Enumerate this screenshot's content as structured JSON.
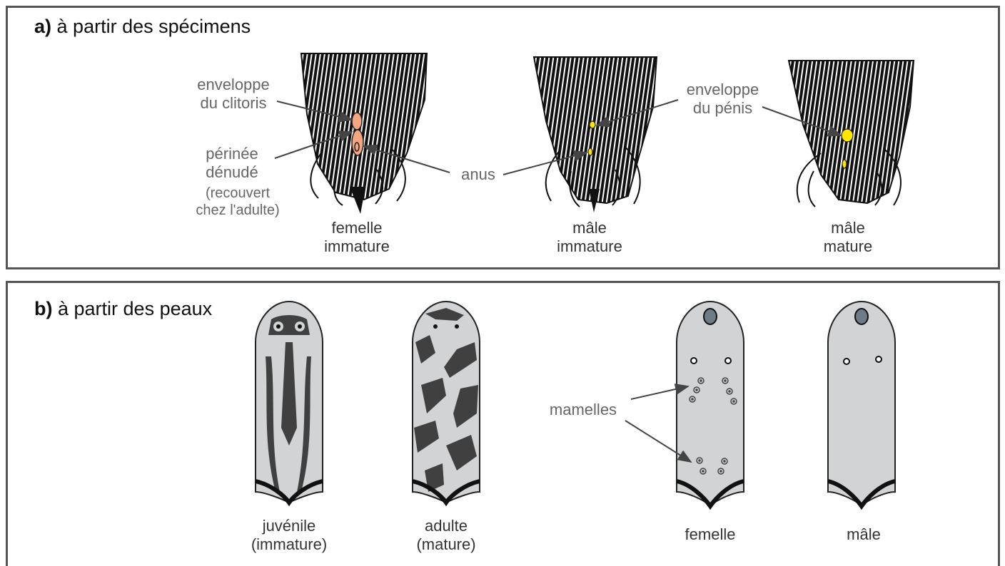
{
  "panel_a": {
    "letter": "a)",
    "title": "à partir des spécimens",
    "specimens": [
      {
        "label_line1": "femelle",
        "label_line2": "immature"
      },
      {
        "label_line1": "mâle",
        "label_line2": "immature"
      },
      {
        "label_line1": "mâle",
        "label_line2": "mature"
      }
    ],
    "annotations": {
      "clitoris_line1": "enveloppe",
      "clitoris_line2": "du clitoris",
      "perinee_line1": "périnée",
      "perinee_line2": "dénudé",
      "perinee_line3": "(recouvert",
      "perinee_line4": "chez l'adulte)",
      "anus": "anus",
      "penis_line1": "enveloppe",
      "penis_line2": "du pénis"
    }
  },
  "panel_b": {
    "letter": "b)",
    "title": "à partir des peaux",
    "skins": [
      {
        "label_line1": "juvénile",
        "label_line2": "(immature)"
      },
      {
        "label_line1": "adulte",
        "label_line2": "(mature)"
      },
      {
        "label_line1": "femelle",
        "label_line2": ""
      },
      {
        "label_line1": "mâle",
        "label_line2": ""
      }
    ],
    "annotations": {
      "mamelles": "mamelles"
    }
  },
  "colors": {
    "border": "#555555",
    "fur": "#111111",
    "skin": "#d1d3d4",
    "pattern": "#404040",
    "clitoris": "#f4a582",
    "penis": "#ffe600",
    "arrow": "#444444"
  }
}
